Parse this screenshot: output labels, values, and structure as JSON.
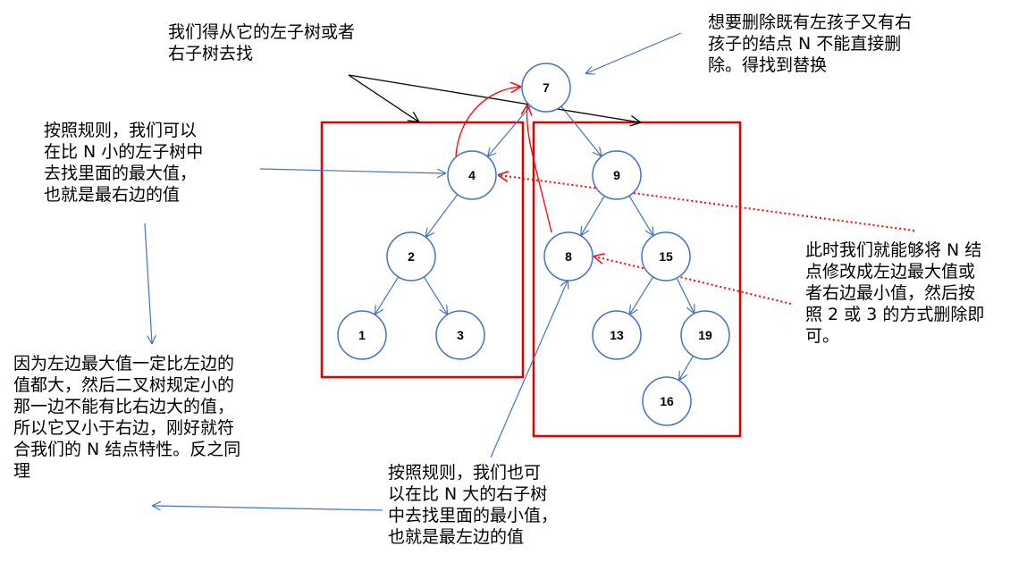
{
  "tree": {
    "nodes": [
      {
        "id": "n7",
        "label": "7",
        "kind": "root"
      },
      {
        "id": "n4",
        "label": "4",
        "kind": "highlight"
      },
      {
        "id": "n9",
        "label": "9",
        "kind": "normal"
      },
      {
        "id": "n2",
        "label": "2",
        "kind": "normal"
      },
      {
        "id": "n8",
        "label": "8",
        "kind": "highlight"
      },
      {
        "id": "n15",
        "label": "15",
        "kind": "normal"
      },
      {
        "id": "n1",
        "label": "1",
        "kind": "normal"
      },
      {
        "id": "n3",
        "label": "3",
        "kind": "normal"
      },
      {
        "id": "n13",
        "label": "13",
        "kind": "normal"
      },
      {
        "id": "n19",
        "label": "19",
        "kind": "normal"
      },
      {
        "id": "n16",
        "label": "16",
        "kind": "normal"
      }
    ],
    "edges": [
      [
        "n7",
        "n4"
      ],
      [
        "n7",
        "n9"
      ],
      [
        "n4",
        "n2"
      ],
      [
        "n2",
        "n1"
      ],
      [
        "n2",
        "n3"
      ],
      [
        "n9",
        "n8"
      ],
      [
        "n9",
        "n15"
      ],
      [
        "n15",
        "n13"
      ],
      [
        "n15",
        "n19"
      ],
      [
        "n19",
        "n16"
      ]
    ]
  },
  "notes": {
    "top_left": "我们得从它的左子树或者\n右子树去找",
    "top_right": "想要删除既有左孩子又有右\n孩子的结点 N 不能直接删\n除。得找到替换",
    "left_rule": "按照规则，我们可以\n在比 N 小的左子树中\n去找里面的最大值，\n也就是最右边的值",
    "left_reason": "因为左边最大值一定比左边的\n值都大，然后二叉树规定小的\n那一边不能有比右边大的值，\n所以它又小于右边，刚好就符\n合我们的 N 结点特性。反之同\n理",
    "right_replace": "此时我们就能够将 N 结\n点修改成左边最大值或\n者右边最小值，然后按\n照 2 或 3 的方式删除即\n可。",
    "bottom_rule": "按照规则，我们也可\n以在比 N 大的右子树\n中去找里面的最小值，\n也就是最左边的值"
  },
  "colors": {
    "root_fill": "#b4c7e7",
    "highlight_fill": "#ff0000",
    "node_stroke": "#4472c4",
    "edge": "#4472c4",
    "box": "#e00000",
    "pointer_red": "#ff0000",
    "note_arrow": "#4472c4",
    "black_arrow": "#000000"
  }
}
